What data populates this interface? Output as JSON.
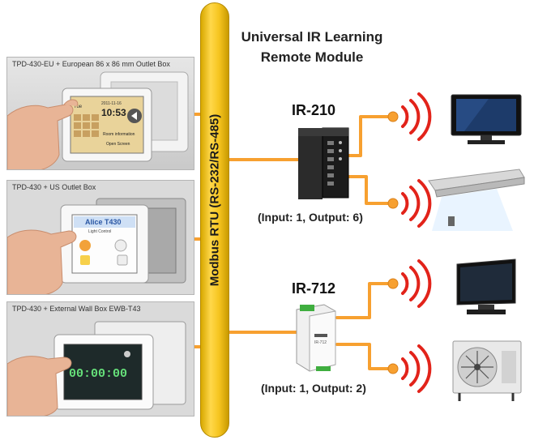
{
  "title": {
    "line1": "Universal IR Learning",
    "line2": "Remote Module"
  },
  "bus": {
    "label": "Modbus RTU  (RS-232/RS-485)"
  },
  "panels": [
    {
      "caption": "TPD-430-EU + European 86 x 86 mm Outlet Box",
      "screen_date": "2011-11-16",
      "screen_day": "Tue",
      "screen_time": "10:53",
      "screen_btn1": "Room information",
      "screen_btn2": "Open Screen"
    },
    {
      "caption": "TPD-430 + US Outlet Box",
      "screen_text": "Alice T430",
      "screen_sub": "Light Control"
    },
    {
      "caption": "TPD-430 + External Wall Box EWB-T43",
      "screen_time": "00:00:00"
    }
  ],
  "devices": [
    {
      "model": "IR-210",
      "io": "(Input: 1, Output: 6)"
    },
    {
      "model": "IR-712",
      "io": "(Input: 1, Output: 2)"
    }
  ],
  "targets": [
    "tv-icon",
    "air-conditioner-indoor-icon",
    "tv-icon",
    "air-conditioner-outdoor-icon"
  ],
  "colors": {
    "wire": "#f7a030",
    "ir_waves": "#e2231a",
    "bus": "#f6c520"
  }
}
